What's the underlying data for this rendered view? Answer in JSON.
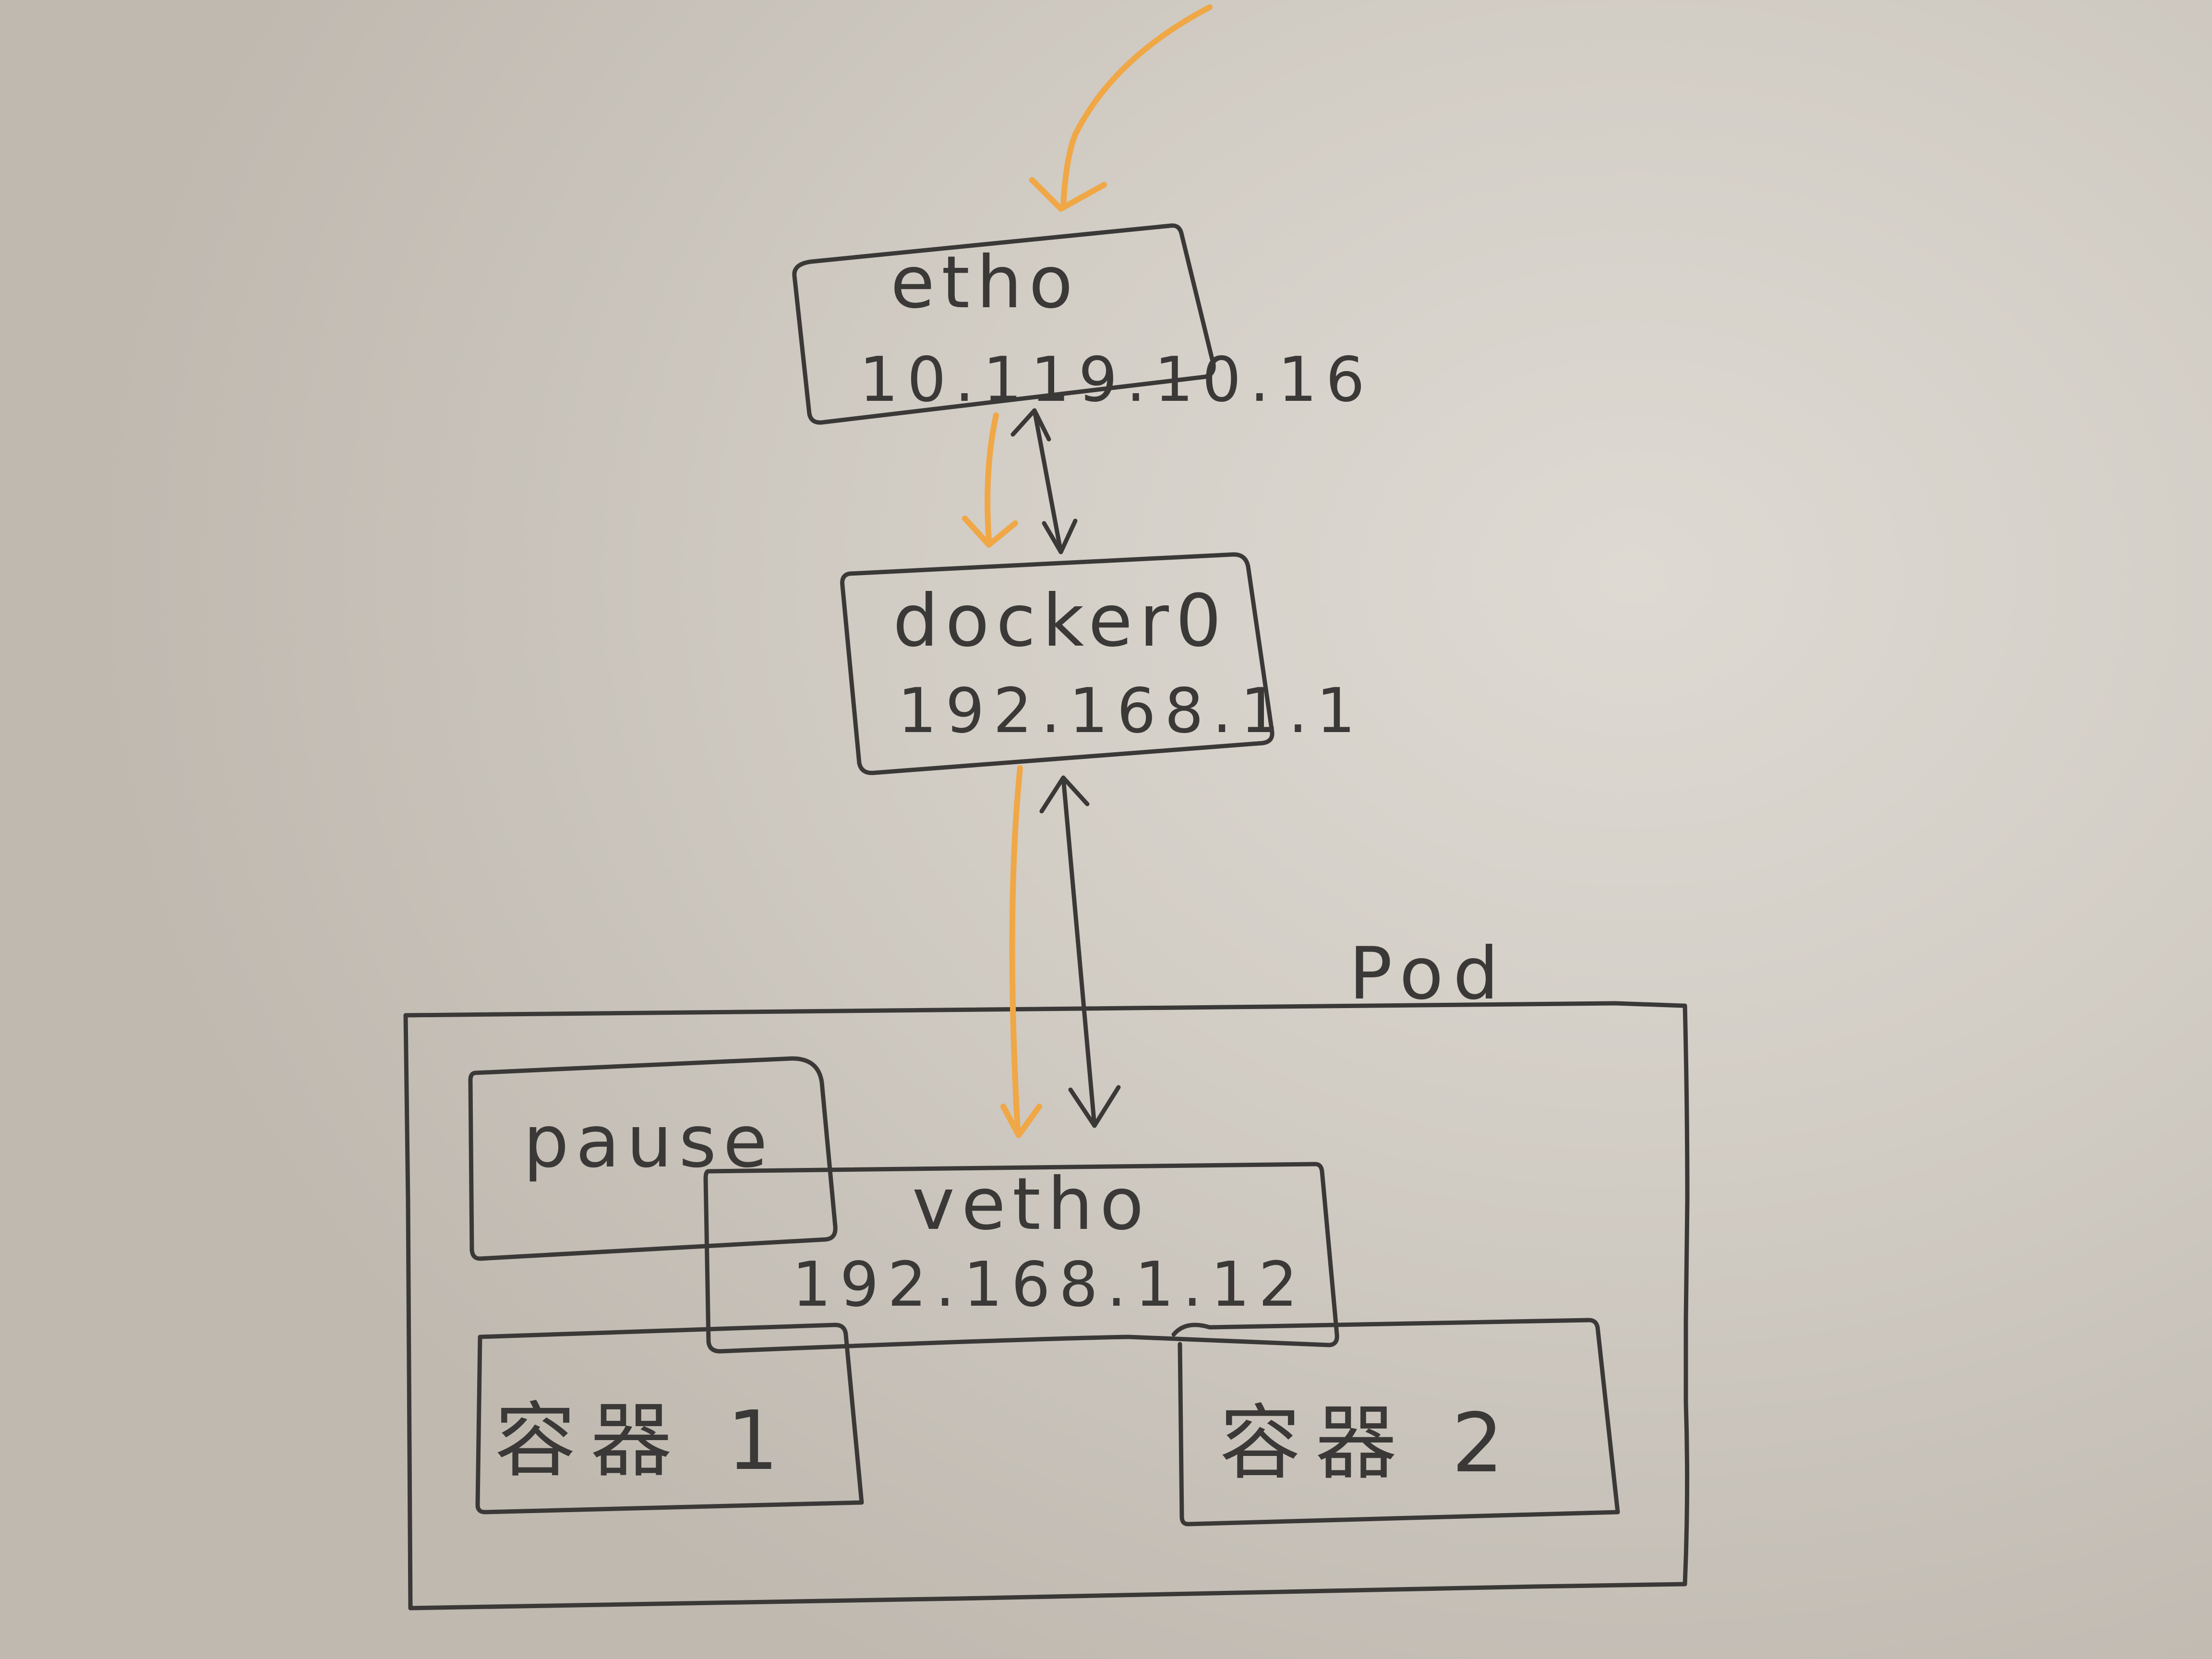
{
  "diagram": {
    "eth0": {
      "name": "etho",
      "ip": "10.119.10.16"
    },
    "docker0": {
      "name": "docker0",
      "ip": "192.168.1.1"
    },
    "pod": {
      "label": "Pod"
    },
    "pause": {
      "label": "pause"
    },
    "veth0": {
      "name": "vetho",
      "ip": "192.168.1.12"
    },
    "container1": {
      "label": "容器 1"
    },
    "container2": {
      "label": "容器 2"
    }
  },
  "colors": {
    "ink": "#3b3937",
    "traffic_arrow": "#f0a745",
    "paper": "#d8d3cc"
  }
}
